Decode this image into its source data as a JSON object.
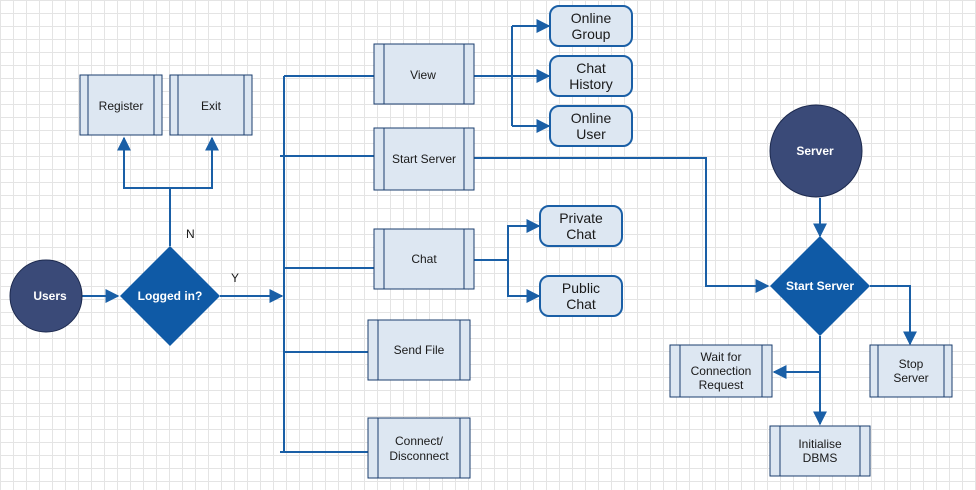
{
  "nodes": {
    "users": "Users",
    "logged_in": "Logged in?",
    "register": "Register",
    "exit": "Exit",
    "view": "View",
    "start_server_menu": "Start Server",
    "chat": "Chat",
    "send_file": "Send File",
    "connect_line1": "Connect/",
    "connect_line2": "Disconnect",
    "online_group_line1": "Online",
    "online_group_line2": "Group",
    "chat_history_line1": "Chat",
    "chat_history_line2": "History",
    "online_user_line1": "Online",
    "online_user_line2": "User",
    "private_chat_line1": "Private",
    "private_chat_line2": "Chat",
    "public_chat_line1": "Public",
    "public_chat_line2": "Chat",
    "server": "Server",
    "start_server_decision": "Start Server",
    "wait_line1": "Wait for",
    "wait_line2": "Connection",
    "wait_line3": "Request",
    "stop_line1": "Stop",
    "stop_line2": "Server",
    "init_line1": "Initialise",
    "init_line2": "DBMS"
  },
  "edge_labels": {
    "no": "N",
    "yes": "Y"
  },
  "colors": {
    "edge": "#1a5fa6",
    "process_fill": "#dde7f2",
    "decision_fill": "#0f5aa6",
    "circle_fill": "#3a4a78"
  }
}
